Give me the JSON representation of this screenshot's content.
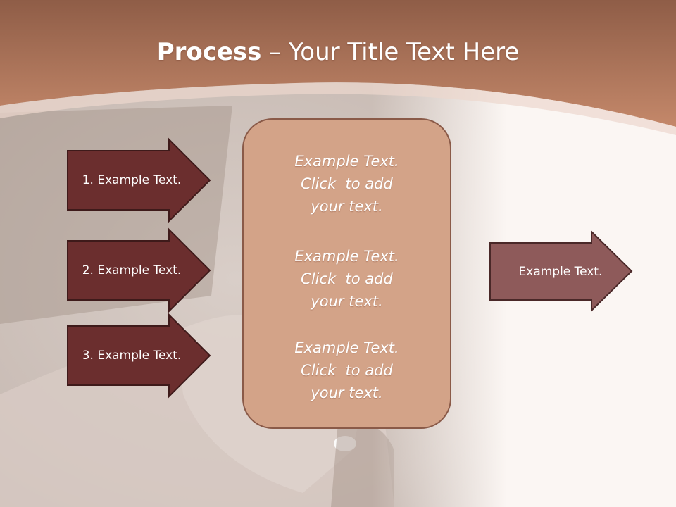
{
  "slide": {
    "title_bold": "Process",
    "title_rest": " – Your Title Text Here"
  },
  "left_arrows": [
    {
      "label": "1. Example Text."
    },
    {
      "label": "2. Example Text."
    },
    {
      "label": "3. Example Text."
    }
  ],
  "center_box": {
    "blocks": [
      {
        "line1": "Example Text.",
        "line2": "Click  to add",
        "line3": "your text."
      },
      {
        "line1": "Example Text.",
        "line2": "Click  to add",
        "line3": "your text."
      },
      {
        "line1": "Example Text.",
        "line2": "Click  to add",
        "line3": "your text."
      }
    ]
  },
  "right_arrow": {
    "label": "Example Text."
  },
  "colors": {
    "header": "#b87a5e",
    "left_arrow_fill": "#6b2e2e",
    "right_arrow_fill": "#8e5a5a",
    "center_fill": "#d3a388",
    "center_border": "#8a5a48",
    "background": "#fbf6f3"
  }
}
